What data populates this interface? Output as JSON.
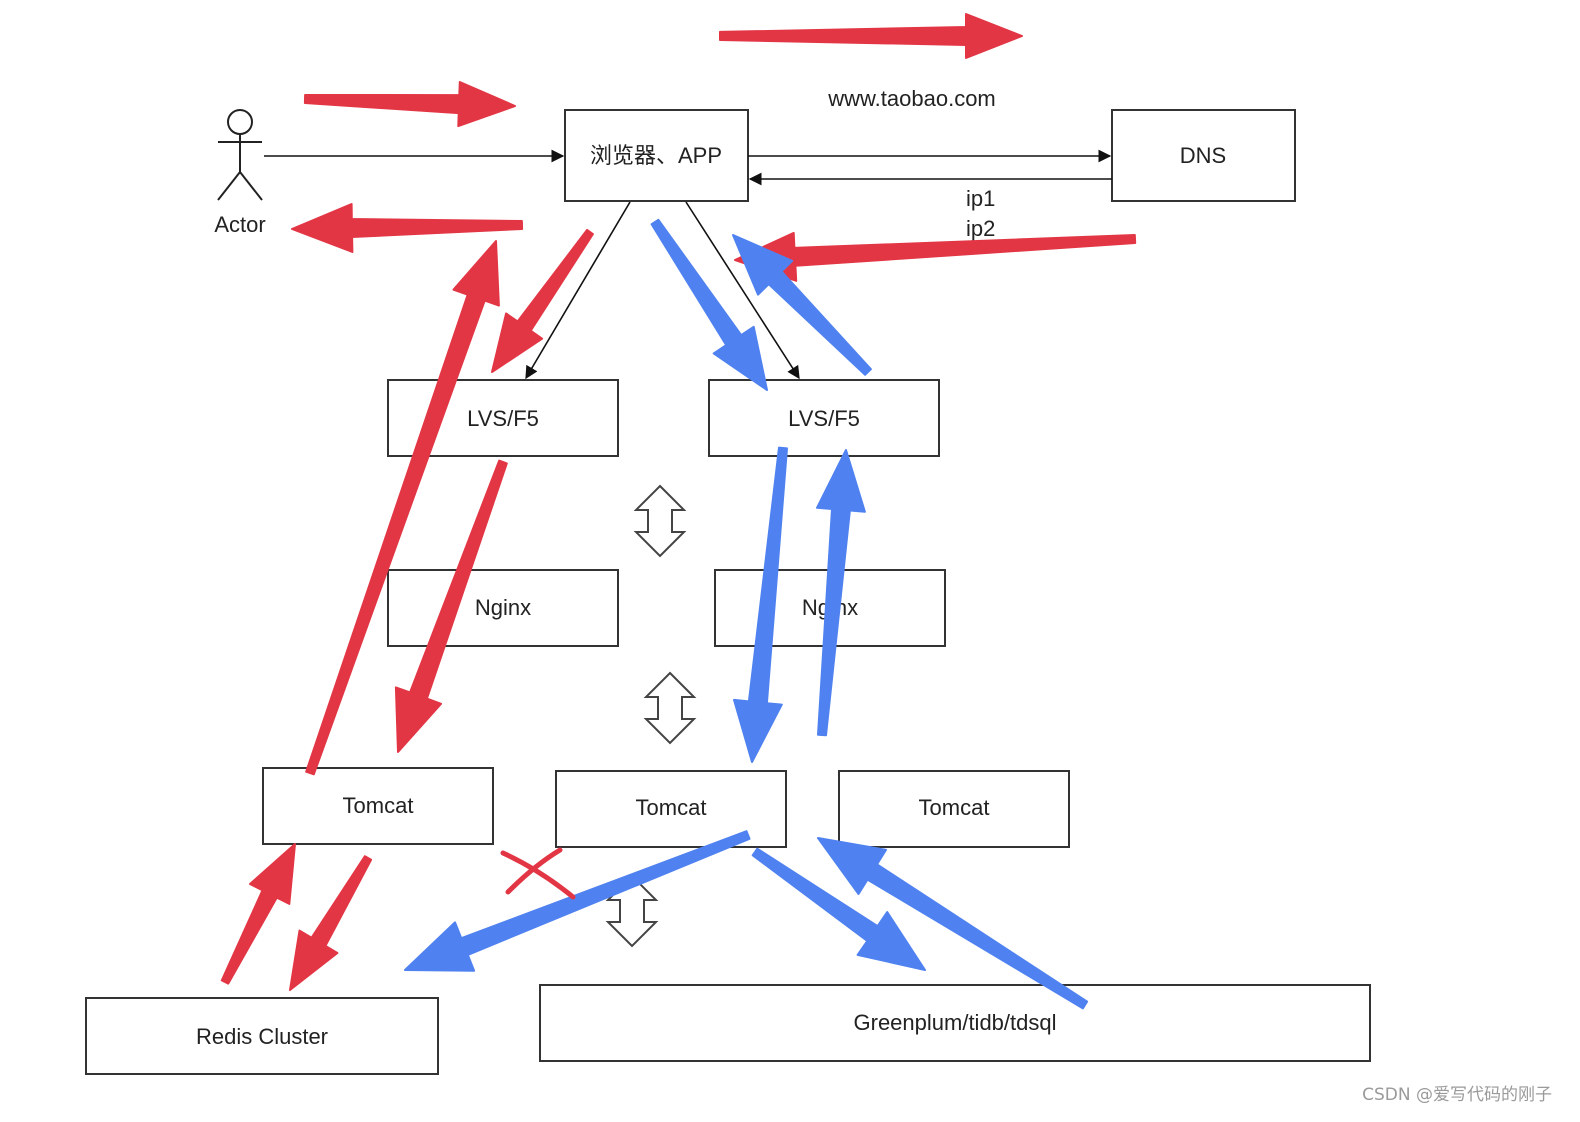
{
  "diagram": {
    "actor_label": "Actor",
    "browser_label": "浏览器、APP",
    "dns_label": "DNS",
    "url_text": "www.taobao.com",
    "ip1_text": "ip1",
    "ip2_text": "ip2",
    "lvs_left_label": "LVS/F5",
    "lvs_right_label": "LVS/F5",
    "nginx_left_label": "Nginx",
    "nginx_right_label": "Nginx",
    "tomcat_left_label": "Tomcat",
    "tomcat_mid_label": "Tomcat",
    "tomcat_right_label": "Tomcat",
    "redis_label": "Redis Cluster",
    "db_label": "Greenplum/tidb/tdsql"
  },
  "watermark": "CSDN @爱写代码的刚子",
  "colors": {
    "red_arrow": "#e33645",
    "blue_arrow": "#4f82f0",
    "box_stroke": "#333333",
    "connector": "#111111"
  }
}
